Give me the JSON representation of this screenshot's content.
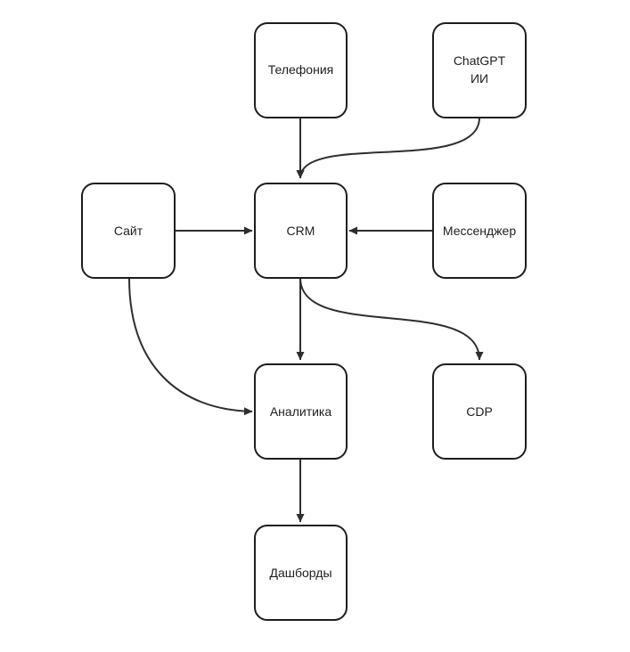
{
  "nodes": {
    "telephony": {
      "label": "Телефония"
    },
    "chatgpt": {
      "label_line1": "ChatGPT",
      "label_line2": "ИИ"
    },
    "site": {
      "label": "Сайт"
    },
    "crm": {
      "label": "CRM"
    },
    "messenger": {
      "label": "Мессенджер"
    },
    "analytics": {
      "label": "Аналитика"
    },
    "cdp": {
      "label": "CDP"
    },
    "dashboards": {
      "label": "Дашборды"
    }
  },
  "edges": [
    {
      "from": "telephony",
      "to": "crm"
    },
    {
      "from": "chatgpt",
      "to": "crm"
    },
    {
      "from": "site",
      "to": "crm"
    },
    {
      "from": "messenger",
      "to": "crm"
    },
    {
      "from": "crm",
      "to": "analytics"
    },
    {
      "from": "crm",
      "to": "cdp"
    },
    {
      "from": "site",
      "to": "analytics"
    },
    {
      "from": "analytics",
      "to": "dashboards"
    }
  ],
  "colors": {
    "stroke": "#1e1e1e",
    "edge": "#2e2e2e",
    "background": "#ffffff"
  }
}
